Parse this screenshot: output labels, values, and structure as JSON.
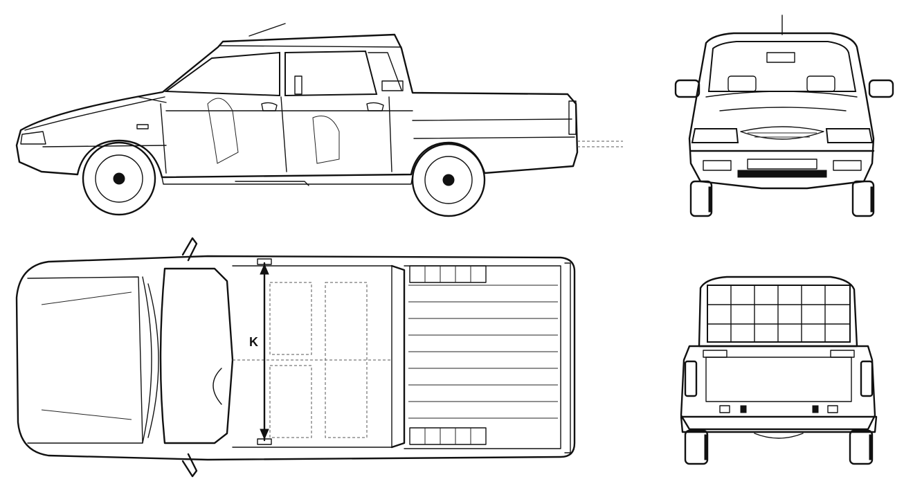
{
  "diagram": {
    "views": [
      {
        "id": "side",
        "label": ""
      },
      {
        "id": "front",
        "label": ""
      },
      {
        "id": "top",
        "label": ""
      },
      {
        "id": "rear",
        "label": ""
      }
    ],
    "dimension_labels": {
      "interior_width": "K"
    },
    "colors": {
      "line": "#111111",
      "background": "#ffffff"
    }
  }
}
